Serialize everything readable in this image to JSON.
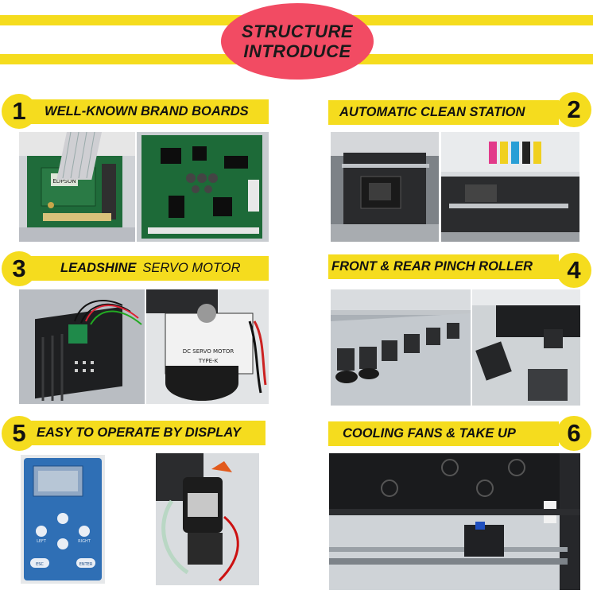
{
  "header": {
    "title_line1": "STRUCTURE",
    "title_line2": "INTRODUCE"
  },
  "sections": [
    {
      "number": "1",
      "title": "WELL-KNOWN BRAND BOARDS"
    },
    {
      "number": "2",
      "title": "AUTOMATIC CLEAN STATION"
    },
    {
      "number": "3",
      "title_bold": "LEADSHINE",
      "title_rest": "SERVO MOTOR"
    },
    {
      "number": "4",
      "title": "FRONT & REAR PINCH ROLLER"
    },
    {
      "number": "5",
      "title": "EASY TO OPERATE BY DISPLAY"
    },
    {
      "number": "6",
      "title": "COOLING FANS & TAKE UP"
    }
  ],
  "photo_text": {
    "board_chip": "EDPSON",
    "motor_label_1": "DC SERVO MOTOR",
    "motor_label_2": "TYPE-K",
    "panel_keys": [
      "LEFT",
      "RIGHT",
      "ESC",
      "ENTER"
    ]
  },
  "colors": {
    "accent": "#f5dc1e",
    "badge": "#f24b63"
  }
}
